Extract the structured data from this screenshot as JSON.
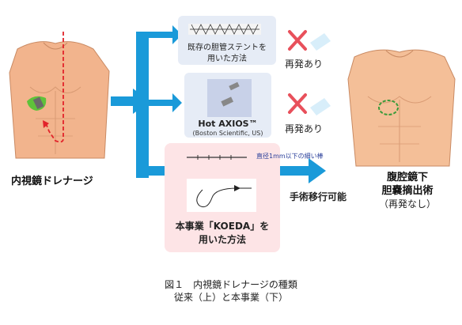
{
  "left_figure": {
    "label": "内視鏡ドレナージ"
  },
  "right_figure": {
    "label_line1": "腹腔鏡下",
    "label_line2": "胆嚢摘出術",
    "label_line3": "（再発なし）"
  },
  "option_stent": {
    "text_line1": "既存の胆管ステントを",
    "text_line2": "用いた方法",
    "result": "再発あり"
  },
  "option_axios": {
    "brand": "Hot AXIOS™",
    "maker": "(Boston Scientific, US)",
    "result": "再発あり"
  },
  "option_koeda": {
    "rod_note": "直径1mm以下の細い棒",
    "text_line1": "本事業「KOEDA」を",
    "text_line2": "用いた方法",
    "result": "手術移行可能"
  },
  "caption": {
    "line1": "図１　内視鏡ドレナージの種類",
    "line2": "従来（上）と本事業（下）"
  },
  "colors": {
    "arrow": "#1a9ad9",
    "cross": "#e8505b",
    "skin": "#f2b48d",
    "koeda_box": "#fde4e6",
    "info_box": "#e6ecf6"
  }
}
